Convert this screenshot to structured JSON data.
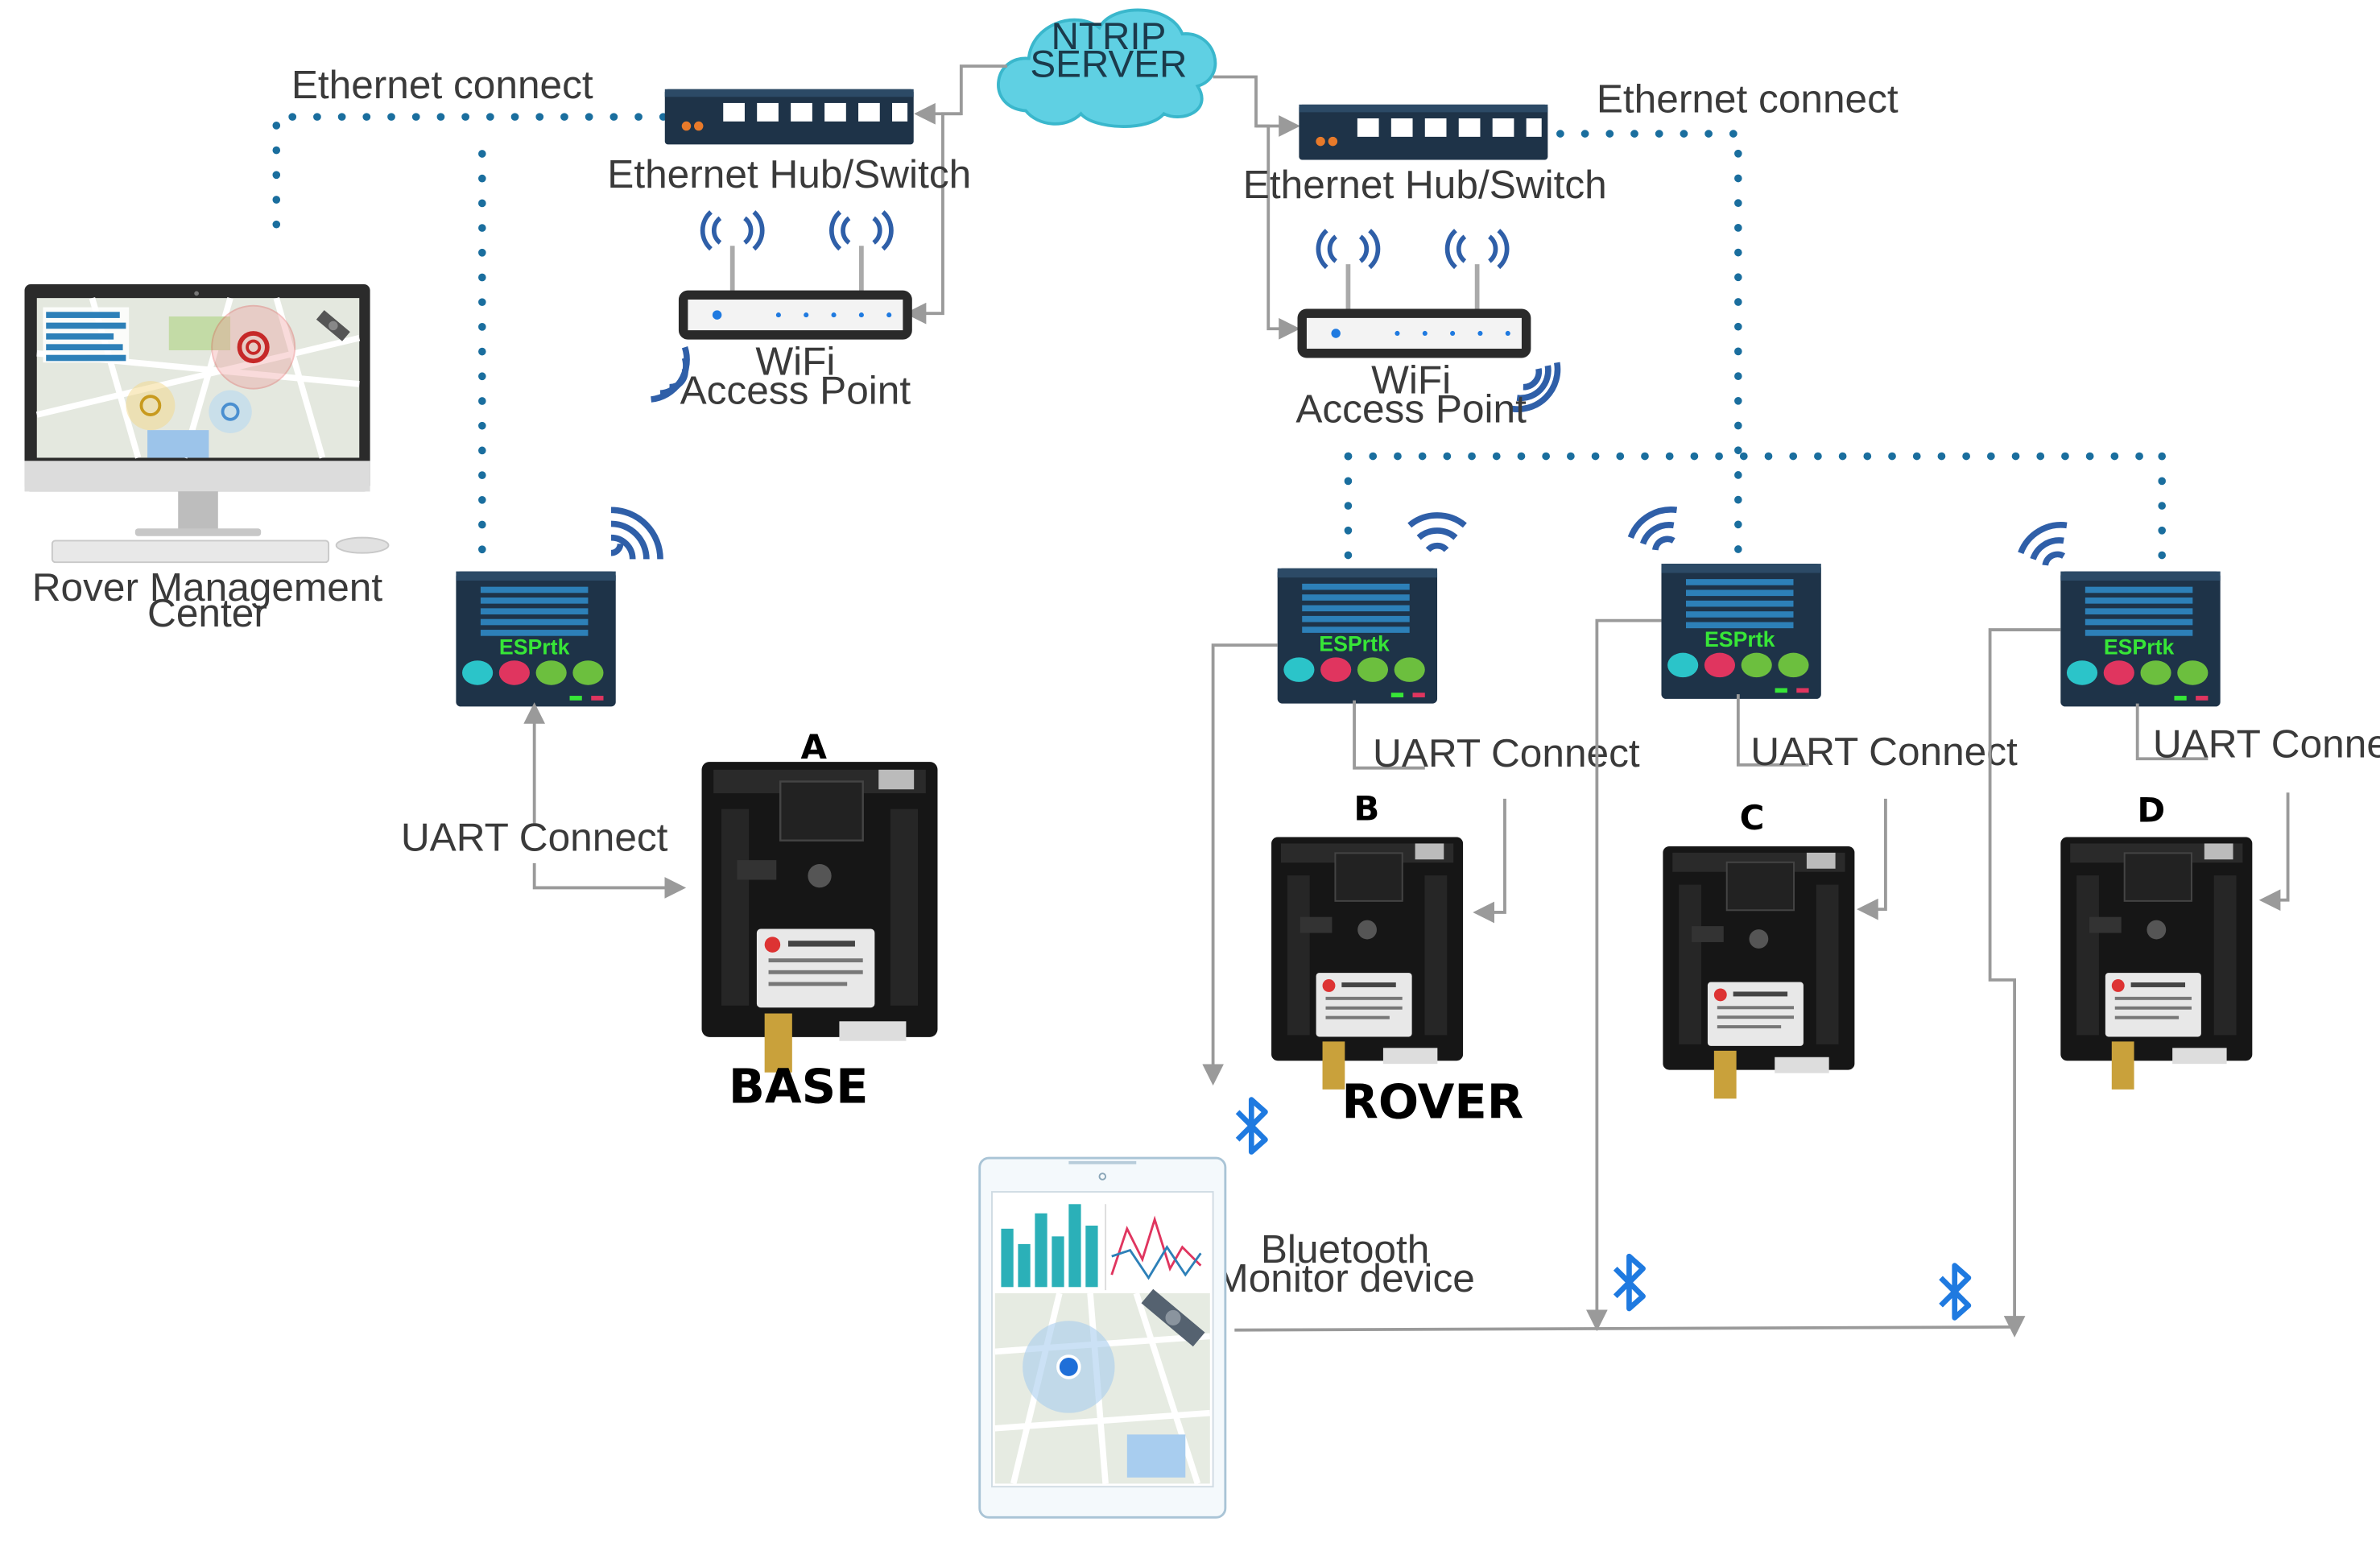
{
  "cloud": {
    "line1": "NTRIP",
    "line2": "SERVER"
  },
  "switch_left": {
    "label": "Ethernet  Hub/Switch"
  },
  "switch_right": {
    "label": "Ethernet  Hub/Switch"
  },
  "ap_left": {
    "line1": "WiFi",
    "line2": "Access Point"
  },
  "ap_right": {
    "line1": "WiFi",
    "line2": "Access Point"
  },
  "ethernet_left": "Ethernet connect",
  "ethernet_right": "Ethernet connect",
  "monitor": {
    "line1": "Rover Management",
    "line2": "Center"
  },
  "esprtk_label": "ESPrtk",
  "uart_label": "UART Connect",
  "boards": {
    "a": "A",
    "b": "B",
    "c": "C",
    "d": "D"
  },
  "base_label": "BASE",
  "rover_label": "ROVER",
  "bluetooth": {
    "line1": "Bluetooth",
    "line2": "Monitor device"
  },
  "colors": {
    "dots": "#1a6e9e",
    "arrow": "#9a9a9a",
    "bluetooth": "#1f7ae0",
    "device_body": "#1e3348",
    "esprtk_text": "#37e637",
    "wifi": "#2f5fa8",
    "cloud": "#5fd0e3"
  },
  "icons": [
    "cloud-icon",
    "switch-icon",
    "router-icon",
    "wifi-icon",
    "bluetooth-icon",
    "monitor-icon",
    "tablet-icon",
    "gps-board-icon",
    "satellite-icon"
  ]
}
